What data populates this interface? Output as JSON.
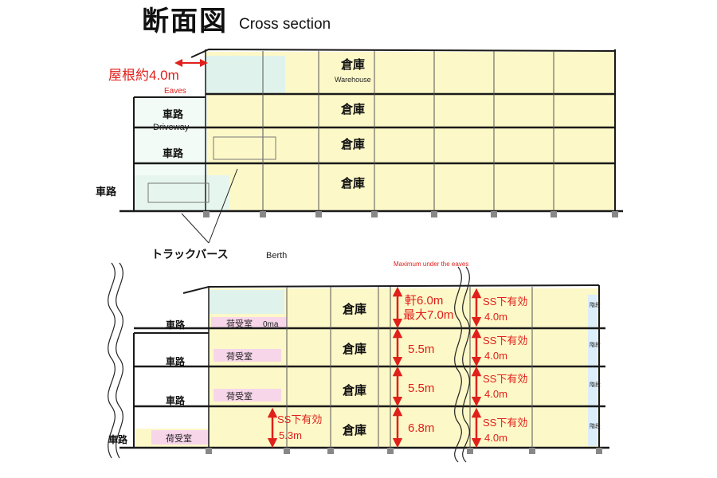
{
  "title": {
    "jp": "断面図",
    "en": "Cross section"
  },
  "top": {
    "eaves_jp": "屋根約4.0m",
    "eaves_en": "Eaves",
    "warehouse_jp": "倉庫",
    "warehouse_en": "Warehouse",
    "driveway_jp": "車路",
    "driveway_en": "Driveway",
    "berth_jp": "トラックバース",
    "berth_en": "Berth"
  },
  "bottom": {
    "warehouse_jp": "倉庫",
    "driveway_jp": "車路",
    "loading_jp": "荷受室",
    "loading_extra": "0ma",
    "max_under_eaves": "Maximum under the eaves",
    "dims_center": [
      "軒6.0m",
      "最大7.0m",
      "5.5m",
      "5.5m",
      "6.8m"
    ],
    "ss_left_a": "SS下有効",
    "ss_left_b": "5.3m",
    "ss_right_a": "SS下有効",
    "ss_right_b": "4.0m",
    "stair_label": "階段"
  },
  "colors": {
    "warehouse_fill": "#fdf8c8",
    "driveway_fill": "#e6f6ee",
    "loading_fill": "#f8d6ea",
    "structure": "#1a1a1a",
    "dimension": "#e0201b"
  }
}
